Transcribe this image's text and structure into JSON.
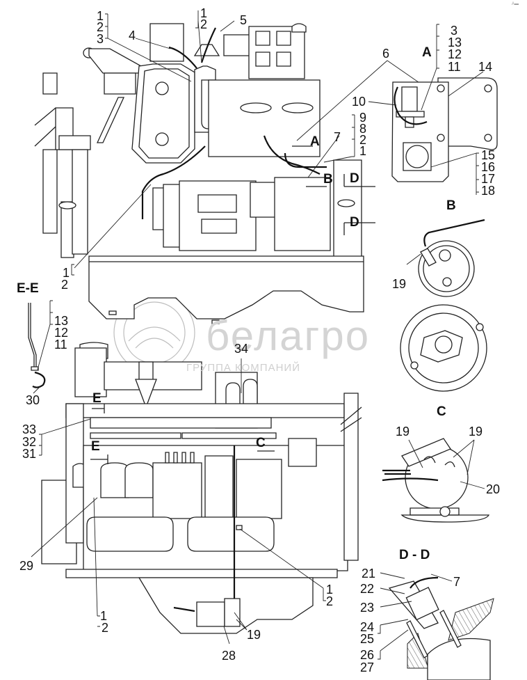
{
  "title": "Engine electrical equipment installation diagram",
  "corner_mark": "А▬",
  "watermark": {
    "brand": "белагро",
    "subtitle": "ГРУППА КОМПАНИЙ"
  },
  "views": {
    "A": {
      "title": "A",
      "callouts": [
        "3",
        "13",
        "12",
        "11",
        "14",
        "10",
        "15",
        "16",
        "17",
        "18"
      ]
    },
    "B": {
      "title": "B",
      "callouts": [
        "19"
      ]
    },
    "C": {
      "title": "C",
      "callouts": [
        "19",
        "19",
        "20"
      ]
    },
    "D": {
      "title": "D - D",
      "callouts": [
        "21",
        "22",
        "23",
        "7",
        "24",
        "25",
        "26",
        "27"
      ]
    },
    "E": {
      "title": "E-E",
      "callouts": [
        "13",
        "12",
        "11",
        "30"
      ]
    }
  },
  "section_marks": {
    "A": "A",
    "B": "B",
    "C": "C",
    "D": "D",
    "E": "E"
  },
  "callouts": {
    "top_group_123": [
      "1",
      "2",
      "3"
    ],
    "top_group_12": [
      "1",
      "2"
    ],
    "c4": "4",
    "c5": "5",
    "c6": "6",
    "c7": "7",
    "group_9821": [
      "9",
      "8",
      "2",
      "1"
    ],
    "left_12": [
      "1",
      "2"
    ],
    "c34": "34",
    "group_333231": [
      "33",
      "32",
      "31"
    ],
    "c29": "29",
    "bottom_12a": [
      "1",
      "2"
    ],
    "bottom_12b": [
      "1",
      "2"
    ],
    "c19": "19",
    "c28": "28"
  }
}
